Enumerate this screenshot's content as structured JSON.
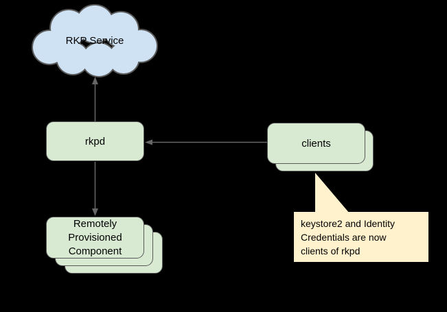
{
  "canvas": {
    "background": "#000000",
    "text_color": "#000000"
  },
  "diagram": {
    "connector_color": "#666666",
    "cloud": {
      "label": "RKP Service",
      "fill": "#cfe2f3",
      "border": "#595959"
    },
    "rkpd_box": {
      "label": "rkpd",
      "fill": "#d9ead3",
      "border": "#595959"
    },
    "clients_stack": {
      "label": "clients",
      "fill": "#d9ead3",
      "border": "#595959",
      "layers": 2
    },
    "rpc_stack": {
      "lines": [
        "Remotely",
        "Provisioned",
        "Component"
      ],
      "fill": "#d9ead3",
      "border": "#595959",
      "layers": 3
    },
    "callout": {
      "lines": [
        "keystore2 and Identity",
        "Credentials are now",
        "clients of rkpd"
      ],
      "fill": "#fff2cc"
    },
    "connectors": [
      {
        "from": "rkpd",
        "to": "RKP Service",
        "arrowhead": "up"
      },
      {
        "from": "clients",
        "to": "rkpd",
        "arrowhead": "left"
      },
      {
        "from": "rkpd",
        "to": "Remotely Provisioned Component",
        "arrowhead": "down"
      }
    ]
  }
}
